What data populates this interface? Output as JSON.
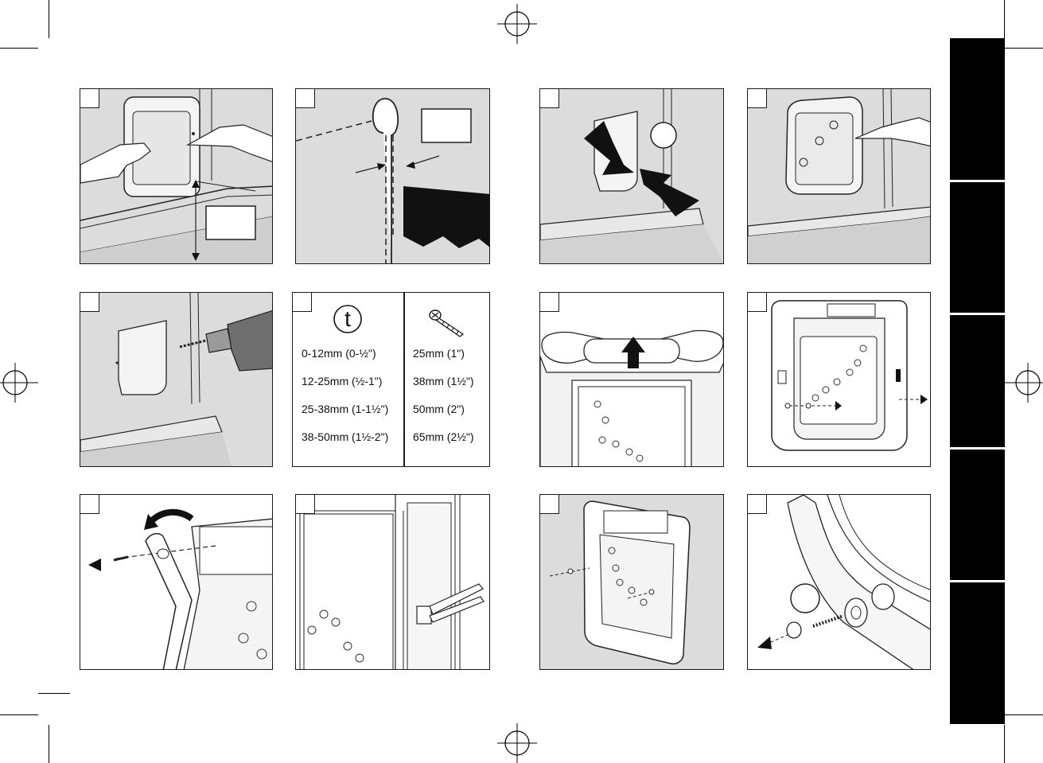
{
  "screw_table": {
    "thickness_symbol": "t",
    "thicknesses": [
      "0-12mm (0-½\")",
      "12-25mm (½-1\")",
      "25-38mm (1-1½\")",
      "38-50mm (1½-2\")"
    ],
    "screw_lengths": [
      "25mm (1\")",
      "38mm (1½\")",
      "50mm (2\")",
      "65mm (2½\")"
    ]
  },
  "icons": {
    "thickness": "thickness-t-icon",
    "screw": "screw-icon",
    "arrow": "arrow-icon",
    "registration": "crosshair-icon"
  },
  "colors": {
    "panel_grey": "#dcdcdc",
    "tab_black": "#000000",
    "line": "#1a1a1a"
  }
}
